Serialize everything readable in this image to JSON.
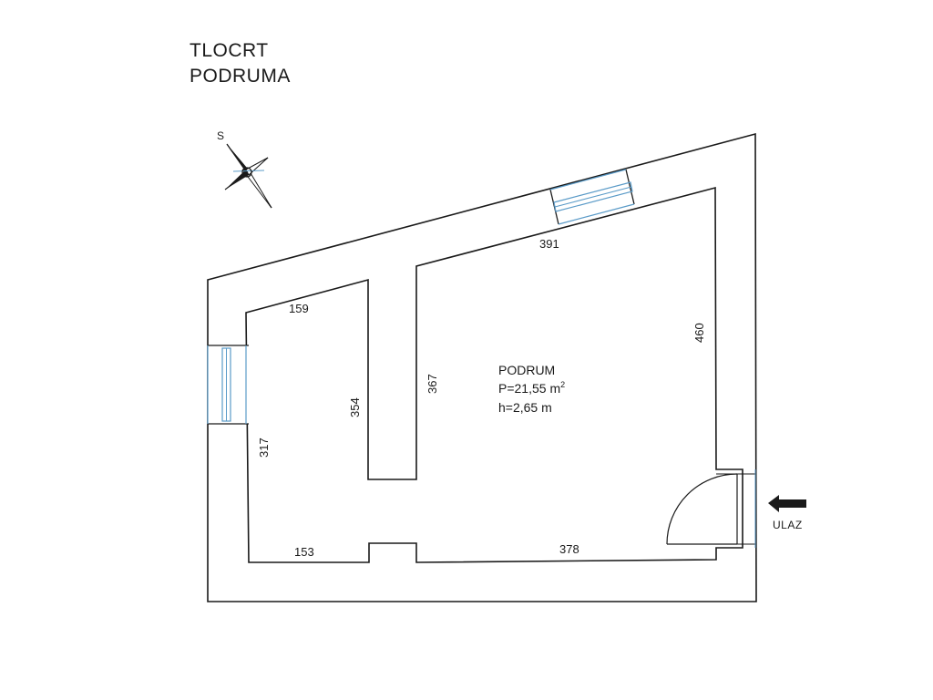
{
  "title": {
    "line1": "TLOCRT",
    "line2": "PODRUMA"
  },
  "compass": {
    "label": "S"
  },
  "room": {
    "name": "PODRUM",
    "area_prefix": "P=21,55 m",
    "area_exp": "2",
    "height": "h=2,65 m"
  },
  "dimensions": {
    "top_small": "159",
    "top_large": "391",
    "right": "460",
    "inner_right_of_wall": "367",
    "inner_left_of_wall": "354",
    "left": "317",
    "bottom_left": "153",
    "bottom_right": "378"
  },
  "entrance": {
    "label": "ULAZ"
  },
  "colors": {
    "line": "#1a1a1a",
    "window": "#5b9bc8"
  }
}
